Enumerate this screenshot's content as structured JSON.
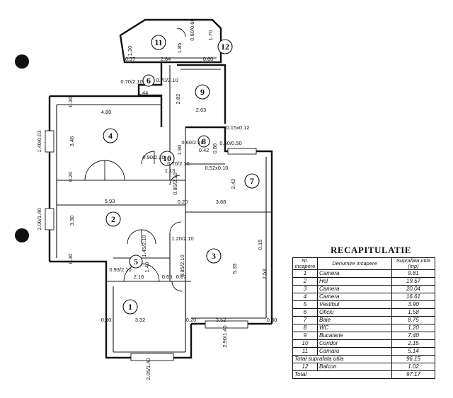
{
  "recap": {
    "title": "RECAPITULATIE",
    "headers": [
      "Nr. incapere",
      "Denumire incapere",
      "Suprafata utila (mp)"
    ],
    "rows": [
      {
        "nr": "1",
        "name": "Camera",
        "area": "9.81"
      },
      {
        "nr": "2",
        "name": "Hol",
        "area": "19.57"
      },
      {
        "nr": "3",
        "name": "Camera",
        "area": "20.04"
      },
      {
        "nr": "4",
        "name": "Camera",
        "area": "16.61"
      },
      {
        "nr": "5",
        "name": "Vestibul",
        "area": "3.90"
      },
      {
        "nr": "6",
        "name": "Oficiu",
        "area": "1.58"
      },
      {
        "nr": "7",
        "name": "Baie",
        "area": "8.75"
      },
      {
        "nr": "8",
        "name": "WC",
        "area": "1.20"
      },
      {
        "nr": "9",
        "name": "Bucatarie",
        "area": "7.40"
      },
      {
        "nr": "10",
        "name": "Coridor",
        "area": "2.15"
      },
      {
        "nr": "11",
        "name": "Camaru",
        "area": "5.14"
      }
    ],
    "total_useful_label": "Total suprafata utila",
    "total_useful_value": "96.15",
    "balcony": {
      "nr": "12",
      "name": "Balcon",
      "area": "1.02"
    },
    "total_label": "Total",
    "total_value": "97.17"
  },
  "rooms": [
    {
      "num": "1"
    },
    {
      "num": "2"
    },
    {
      "num": "3"
    },
    {
      "num": "4"
    },
    {
      "num": "5"
    },
    {
      "num": "6"
    },
    {
      "num": "7"
    },
    {
      "num": "8"
    },
    {
      "num": "9"
    },
    {
      "num": "10"
    },
    {
      "num": "11"
    },
    {
      "num": "12"
    }
  ],
  "dims": {
    "d_480": "4.80",
    "d_346": "3.46",
    "d_593": "5.93",
    "d_330": "3.30",
    "d_332": "3.32",
    "d_352": "3.52",
    "d_533": "5.33",
    "d_253": "2.53",
    "d_368": "3.68",
    "d_242": "2.42",
    "d_263": "2.63",
    "d_282": "2.82",
    "d_264": "2.64",
    "d_185": "1.85",
    "d_144": "1.44",
    "d_216": "2.16",
    "d_113": "1.13",
    "d_020": "0.20",
    "d_030": "0.30",
    "d_060": "0.60",
    "d_067": "0.67",
    "d_130": "1.30",
    "d_170": "1.70",
    "d_037": "0.37",
    "d_140": "1.40",
    "d_015": "0.15",
    "d_190": "1.90",
    "d_086": "0.86",
    "d_042": "0.42",
    "d_090_210": "0.90/2.10",
    "d_070_210": "0.70/2.10",
    "d_060_210": "0.60/2.10",
    "d_050_050": "0.50/0.50",
    "d_052_010": "0.52x0.10",
    "d_015_012": "0.15x0.12",
    "d_120_210": "1.20/2.10",
    "d_085_210": "0.85/2.10",
    "d_145_210": "1.45/2.10",
    "d_080_210": "0.80/2.10",
    "d_093_210": "0.93/2.10",
    "d_140_003": "1.40/0.03",
    "d_200_140": "2.00/1.40",
    "d_205_140": "2.05/1.40",
    "d_290_140": "2.90/1.40",
    "d_060_060": "0.60/0.60"
  }
}
